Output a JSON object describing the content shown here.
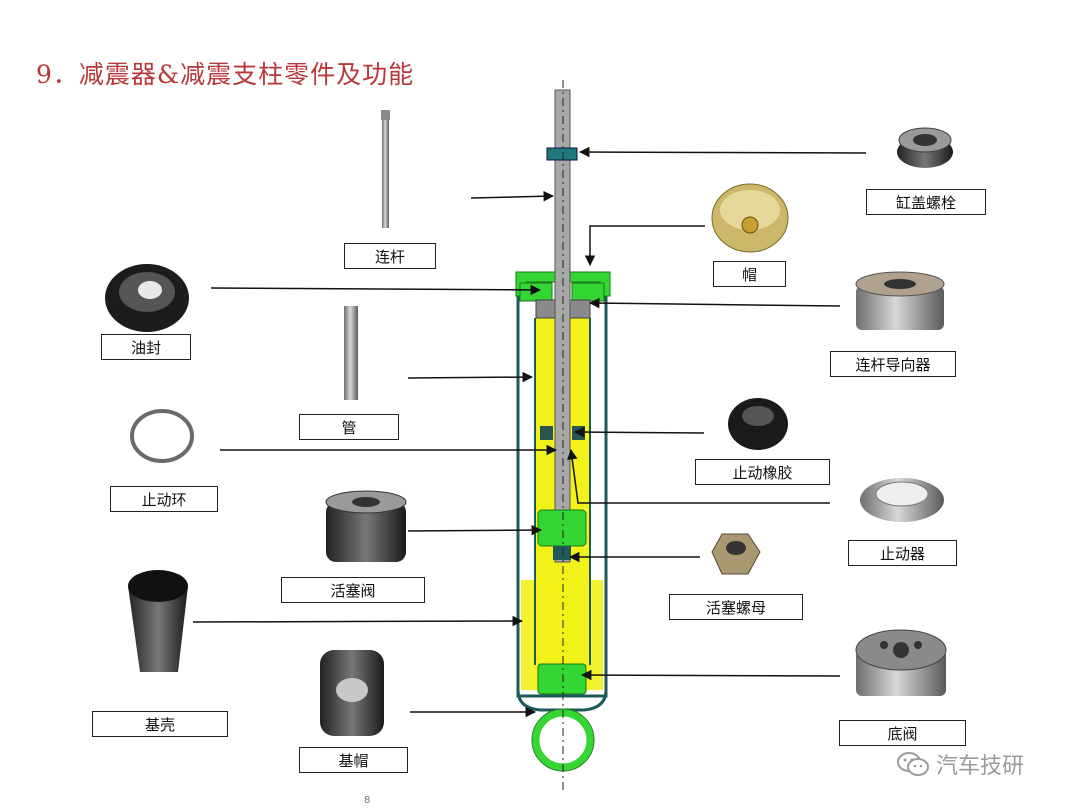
{
  "title": "9．减震器&减震支柱零件及功能",
  "labels": {
    "cylinder_cap_bolt": "缸盖螺栓",
    "piston_rod": "连杆",
    "cap": "帽",
    "oil_seal": "油封",
    "rod_guide": "连杆导向器",
    "tube": "管",
    "stop_rubber": "止动橡胶",
    "stop_ring": "止动环",
    "stopper": "止动器",
    "piston_valve": "活塞阀",
    "piston_nut": "活塞螺母",
    "base_shell": "基壳",
    "base_valve": "底阀",
    "base_cap": "基帽"
  },
  "watermark": {
    "text": "汽车技研",
    "icon": "wechat-icon"
  },
  "page_mark": "8",
  "colors": {
    "title": "#b8383a",
    "oil": "#f2f21a",
    "outer_tube": "#1e5a5a",
    "green_parts": "#33d633",
    "rod": "#a8a8a8"
  }
}
